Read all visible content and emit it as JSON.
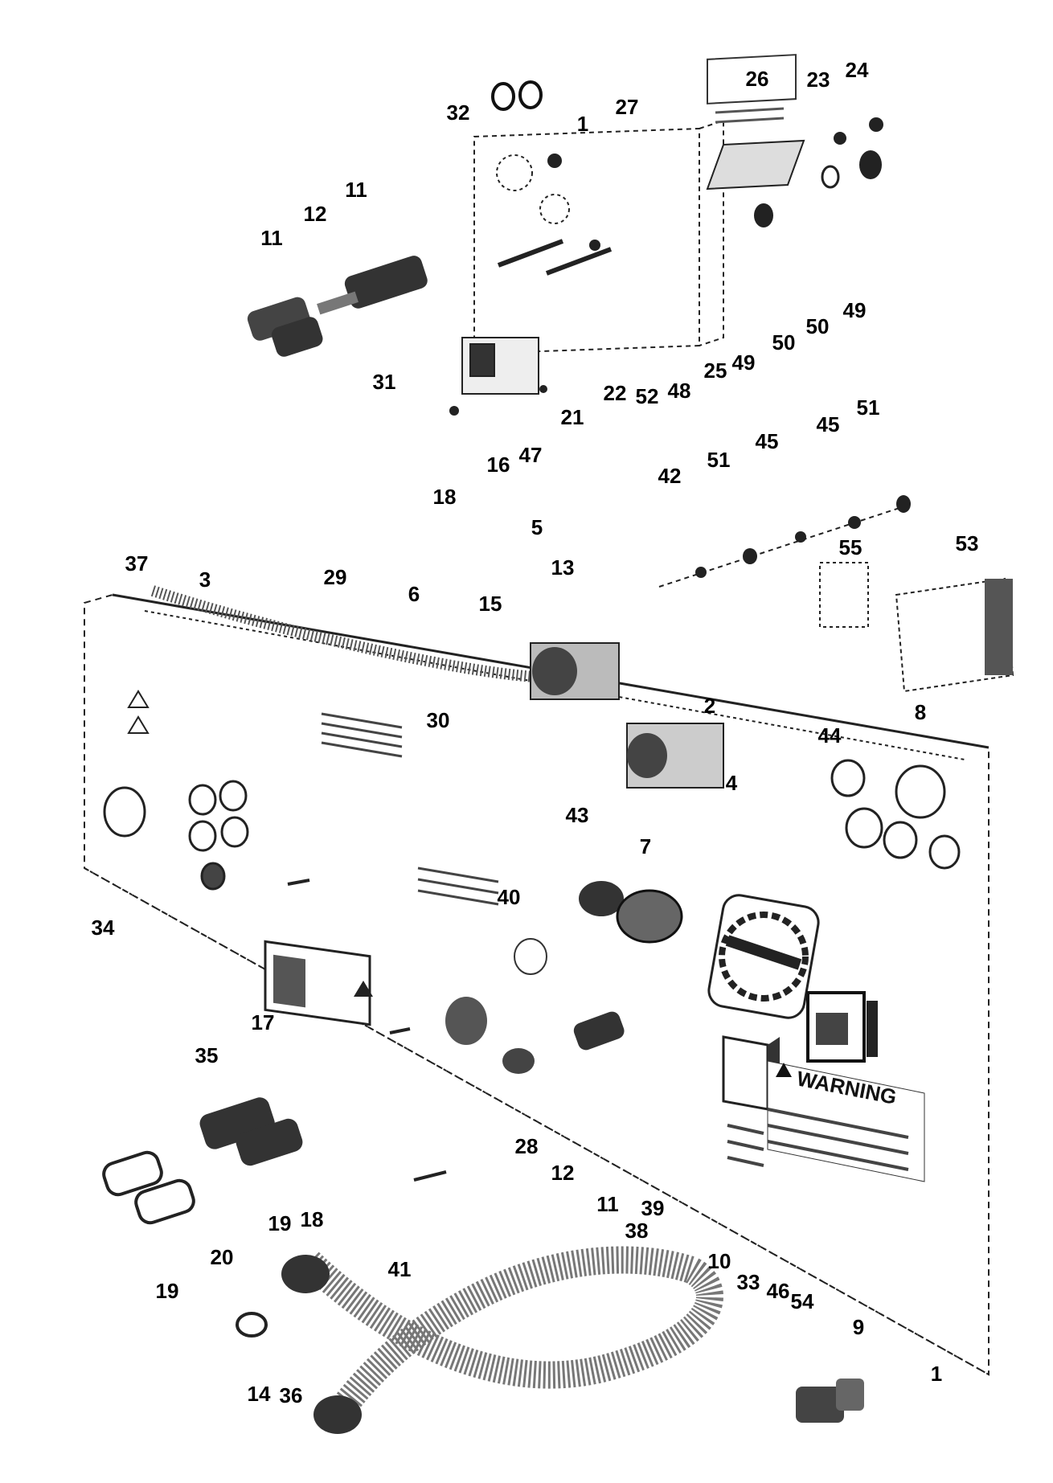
{
  "diagram": {
    "warning_text": "WARNING",
    "labels": [
      "1",
      "2",
      "3",
      "4",
      "5",
      "6",
      "7",
      "8",
      "9",
      "10",
      "11",
      "12",
      "13",
      "14",
      "15",
      "16",
      "17",
      "18",
      "19",
      "20",
      "21",
      "22",
      "23",
      "24",
      "25",
      "26",
      "27",
      "28",
      "29",
      "30",
      "31",
      "32",
      "33",
      "34",
      "35",
      "36",
      "37",
      "38",
      "39",
      "40",
      "41",
      "42",
      "43",
      "44",
      "45",
      "46",
      "47",
      "48",
      "49",
      "50",
      "51",
      "52",
      "53",
      "54",
      "55"
    ]
  },
  "callouts": [
    {
      "id": "c1a",
      "text": "1"
    },
    {
      "id": "c1b",
      "text": "1"
    },
    {
      "id": "c2",
      "text": "2"
    },
    {
      "id": "c3",
      "text": "3"
    },
    {
      "id": "c4",
      "text": "4"
    },
    {
      "id": "c5",
      "text": "5"
    },
    {
      "id": "c6",
      "text": "6"
    },
    {
      "id": "c7",
      "text": "7"
    },
    {
      "id": "c8",
      "text": "8"
    },
    {
      "id": "c9",
      "text": "9"
    },
    {
      "id": "c10",
      "text": "10"
    },
    {
      "id": "c11a",
      "text": "11"
    },
    {
      "id": "c11b",
      "text": "11"
    },
    {
      "id": "c11c",
      "text": "11"
    },
    {
      "id": "c12a",
      "text": "12"
    },
    {
      "id": "c12b",
      "text": "12"
    },
    {
      "id": "c13",
      "text": "13"
    },
    {
      "id": "c14",
      "text": "14"
    },
    {
      "id": "c15",
      "text": "15"
    },
    {
      "id": "c16",
      "text": "16"
    },
    {
      "id": "c17",
      "text": "17"
    },
    {
      "id": "c18a",
      "text": "18"
    },
    {
      "id": "c18b",
      "text": "18"
    },
    {
      "id": "c19a",
      "text": "19"
    },
    {
      "id": "c19b",
      "text": "19"
    },
    {
      "id": "c20",
      "text": "20"
    },
    {
      "id": "c21",
      "text": "21"
    },
    {
      "id": "c22",
      "text": "22"
    },
    {
      "id": "c23",
      "text": "23"
    },
    {
      "id": "c24",
      "text": "24"
    },
    {
      "id": "c25",
      "text": "25"
    },
    {
      "id": "c26",
      "text": "26"
    },
    {
      "id": "c27",
      "text": "27"
    },
    {
      "id": "c28",
      "text": "28"
    },
    {
      "id": "c29",
      "text": "29"
    },
    {
      "id": "c30",
      "text": "30"
    },
    {
      "id": "c31",
      "text": "31"
    },
    {
      "id": "c32",
      "text": "32"
    },
    {
      "id": "c33",
      "text": "33"
    },
    {
      "id": "c34",
      "text": "34"
    },
    {
      "id": "c35",
      "text": "35"
    },
    {
      "id": "c36",
      "text": "36"
    },
    {
      "id": "c37",
      "text": "37"
    },
    {
      "id": "c38",
      "text": "38"
    },
    {
      "id": "c39",
      "text": "39"
    },
    {
      "id": "c40",
      "text": "40"
    },
    {
      "id": "c41",
      "text": "41"
    },
    {
      "id": "c42",
      "text": "42"
    },
    {
      "id": "c43",
      "text": "43"
    },
    {
      "id": "c44",
      "text": "44"
    },
    {
      "id": "c45a",
      "text": "45"
    },
    {
      "id": "c45b",
      "text": "45"
    },
    {
      "id": "c46",
      "text": "46"
    },
    {
      "id": "c47",
      "text": "47"
    },
    {
      "id": "c48",
      "text": "48"
    },
    {
      "id": "c49a",
      "text": "49"
    },
    {
      "id": "c49b",
      "text": "49"
    },
    {
      "id": "c50a",
      "text": "50"
    },
    {
      "id": "c50b",
      "text": "50"
    },
    {
      "id": "c51a",
      "text": "51"
    },
    {
      "id": "c51b",
      "text": "51"
    },
    {
      "id": "c52",
      "text": "52"
    },
    {
      "id": "c53",
      "text": "53"
    },
    {
      "id": "c54",
      "text": "54"
    },
    {
      "id": "c55",
      "text": "55"
    }
  ]
}
